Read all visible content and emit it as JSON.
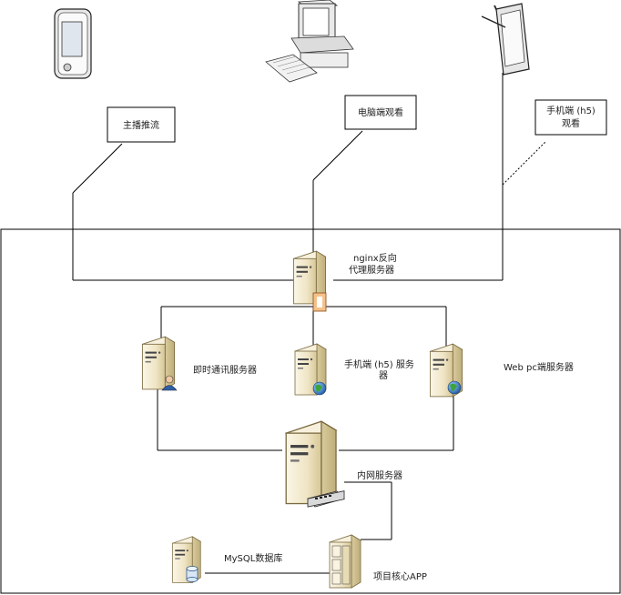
{
  "nodes": {
    "anchor_push": "主播推流",
    "pc_view": "电脑端观看",
    "mobile_view_line1": "手机端 (h5)",
    "mobile_view_line2": "观看",
    "nginx_line1": "nginx反向",
    "nginx_line2": "代理服务器",
    "im_server": "即时通讯服务器",
    "mobile_server_line1": "手机端 (h5) 服务",
    "mobile_server_line2": "器",
    "web_pc_server": "Web pc端服务器",
    "intranet_server": "内网服务器",
    "mysql": "MySQL数据库",
    "core_app": "项目核心APP"
  },
  "icons": {
    "phone": "pda-icon",
    "computer": "desktop-computer-icon",
    "tablet": "tablet-pen-icon",
    "server": "server-tower-icon",
    "user": "user-icon",
    "globe": "globe-icon",
    "database": "database-icon"
  },
  "colors": {
    "server_body": "#f3ead0",
    "server_shade": "#d8c99e",
    "line": "#000000",
    "globe": "#2a6fb8"
  }
}
